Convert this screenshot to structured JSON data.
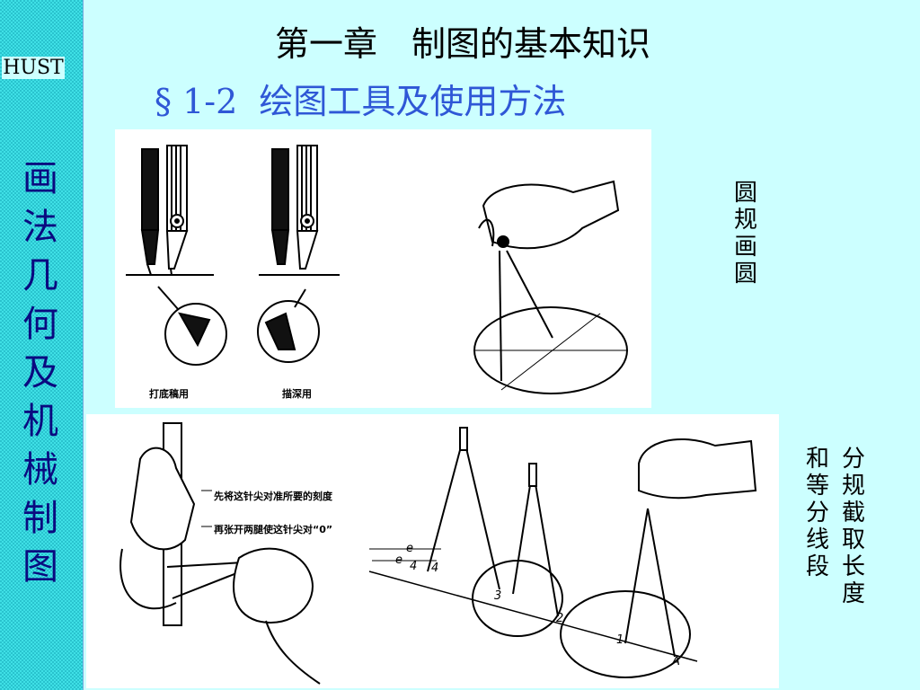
{
  "slide": {
    "brand": "HUST",
    "vertical_title": [
      "画",
      "法",
      "几",
      "何",
      "及",
      "机",
      "械",
      "制",
      "图"
    ],
    "chapter_title": "第一章　制图的基本知识",
    "section_title": "§ 1-2  绘图工具及使用方法"
  },
  "top_panel": {
    "pencil_label_1": "打底稿用",
    "pencil_label_2": "描深用",
    "compass_caption": [
      "圆",
      "规",
      "画",
      "圆"
    ]
  },
  "bottom_panel": {
    "instruction_1": "先将这针尖对准所要的刻度",
    "instruction_2": "再张开两腿使这针尖对“0”",
    "caption_col_1": [
      "分",
      "规",
      "截",
      "取",
      "长",
      "度"
    ],
    "caption_col_2": [
      "和",
      "等",
      "分",
      "线",
      "段"
    ],
    "point_labels": [
      "3",
      "2",
      "1",
      "A"
    ],
    "scale_labels": [
      "e",
      "e",
      "4",
      "4"
    ]
  },
  "colors": {
    "background": "#ccffff",
    "sidebar": "#3fe0e6",
    "vertical_title": "#0a0a80",
    "section_title": "#2f57d6"
  }
}
